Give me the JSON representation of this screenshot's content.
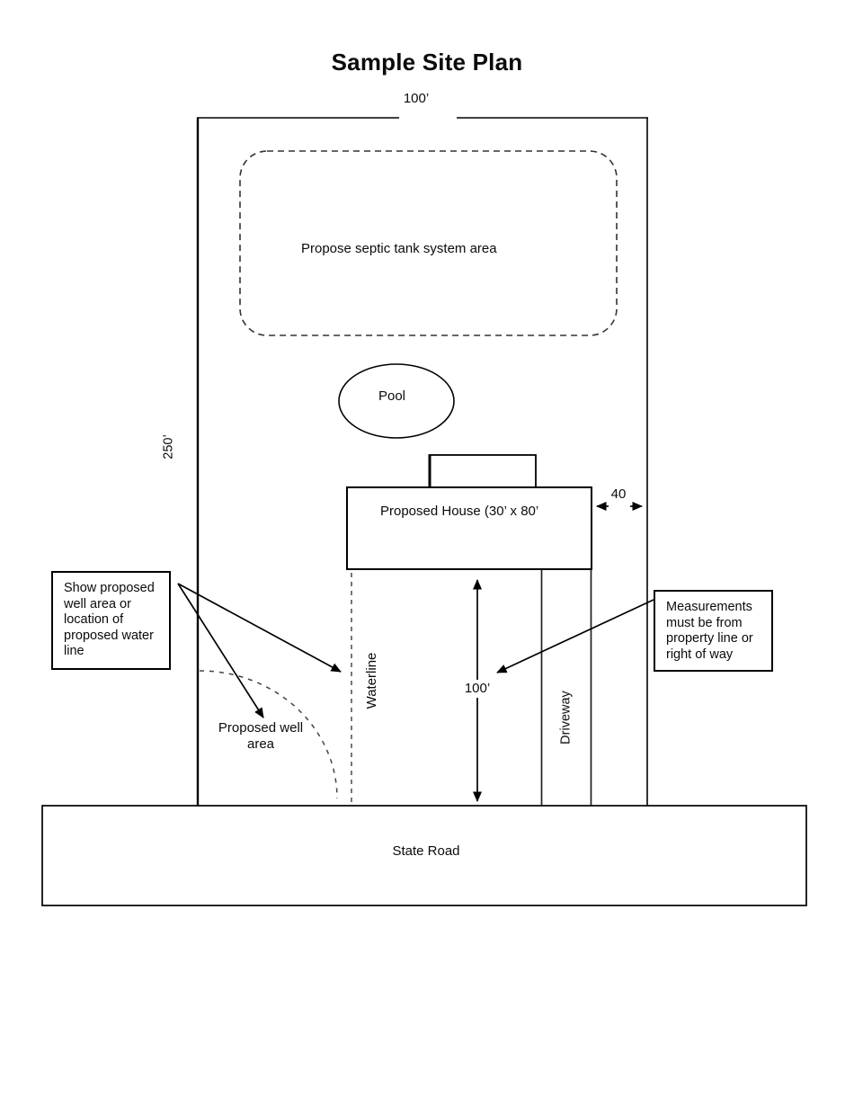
{
  "title": "Sample Site Plan",
  "colors": {
    "line": "#000000",
    "dash_dark": "#333333",
    "dash_gray": "#555555",
    "background": "#ffffff"
  },
  "property": {
    "width_label": "100’",
    "depth_label": "250’"
  },
  "septic_area": {
    "label": "Propose septic tank system area"
  },
  "pool": {
    "label": "Pool"
  },
  "house": {
    "label": "Proposed House (30’  x 80’"
  },
  "side_setback": {
    "label": "40"
  },
  "front_setback": {
    "label": "100’"
  },
  "waterline": {
    "label": "Waterline"
  },
  "driveway": {
    "label": "Driveway"
  },
  "well_callout": {
    "text": "Show proposed well area or location of proposed water line"
  },
  "well_area": {
    "label": "Proposed well area"
  },
  "measurements_callout": {
    "text": "Measurements must be from property line or right of way"
  },
  "road": {
    "label": "State Road"
  }
}
